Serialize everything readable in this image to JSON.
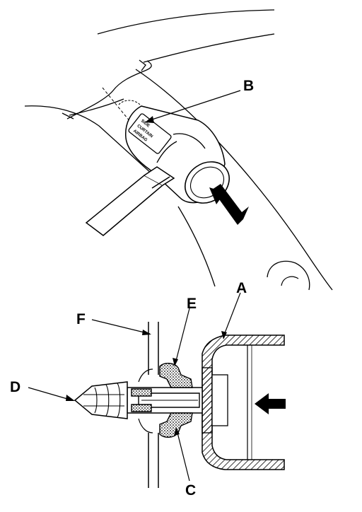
{
  "callouts": {
    "a": "A",
    "b": "B",
    "c": "C",
    "d": "D",
    "e": "E",
    "f": "F"
  },
  "label_text": {
    "line1": "SIDE",
    "line2": "CURTAIN",
    "line3": "AIRBAG"
  },
  "colors": {
    "ink": "#000000",
    "paper": "#ffffff"
  }
}
